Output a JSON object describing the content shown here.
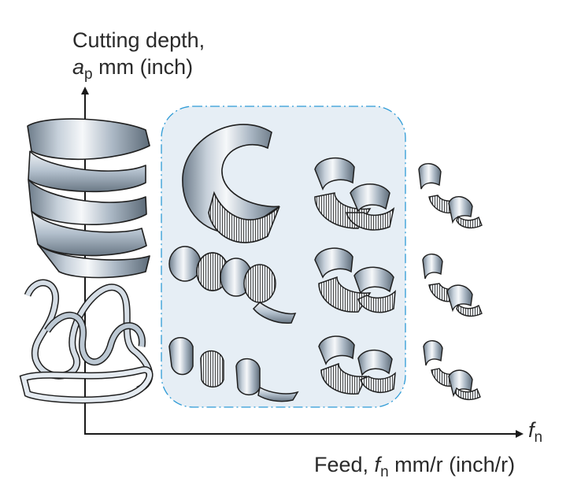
{
  "y_axis": {
    "label_line1": "Cutting depth,",
    "label_var": "a",
    "label_sub": "p",
    "label_unit": " mm (inch)"
  },
  "x_axis": {
    "tip_var": "f",
    "tip_sub": "n",
    "label_prefix": "Feed, ",
    "label_var": "f",
    "label_sub": "n",
    "label_unit": " mm/r (inch/r)"
  },
  "colors": {
    "axis": "#1a1a1a",
    "zone_fill": "#e6eef5",
    "zone_border": "#2e9bd6",
    "chip_light": "#f4f7fa",
    "chip_mid": "#a9b6c3",
    "chip_dark": "#5f6e7c",
    "chip_outline": "#1f1f1f"
  },
  "zone": {
    "border_style": "dash-dot"
  },
  "chips": [
    {
      "type": "long-helical",
      "zone": "outside"
    },
    {
      "type": "tangled-ribbon",
      "zone": "outside"
    },
    {
      "type": "c-shaped-large",
      "zone": "recommended"
    },
    {
      "type": "spiral-coil",
      "zone": "recommended"
    },
    {
      "type": "short-helix",
      "zone": "recommended"
    },
    {
      "type": "double-c",
      "zone": "recommended"
    },
    {
      "type": "double-c",
      "zone": "recommended"
    },
    {
      "type": "double-c",
      "zone": "recommended"
    },
    {
      "type": "small-fragment",
      "zone": "outside"
    },
    {
      "type": "small-fragment",
      "zone": "outside"
    },
    {
      "type": "small-fragment",
      "zone": "outside"
    }
  ]
}
